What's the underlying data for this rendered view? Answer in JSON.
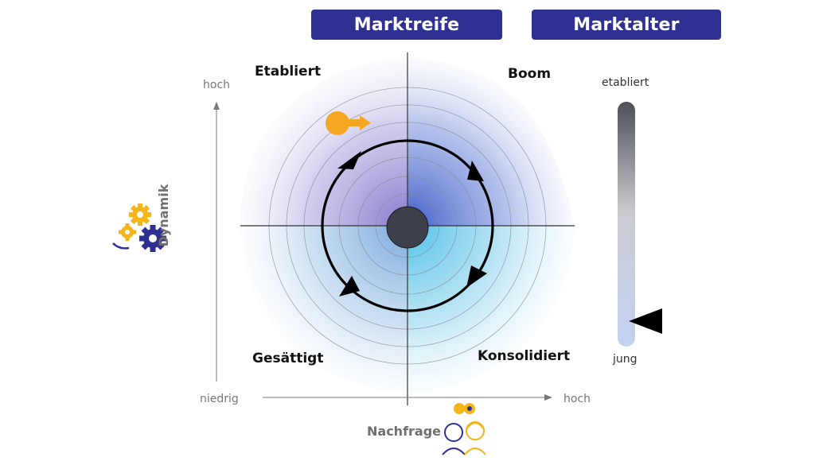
{
  "header": {
    "marktreife": "Marktreife",
    "marktalter": "Marktalter"
  },
  "quadrants": {
    "top_left": "Etabliert",
    "top_right": "Boom",
    "bottom_left": "Gesättigt",
    "bottom_right": "Konsolidiert"
  },
  "y_axis": {
    "title": "Dynamik",
    "high": "hoch",
    "low": "niedrig"
  },
  "x_axis": {
    "title": "Nachfrage",
    "high": "hoch"
  },
  "age_scale": {
    "top": "etabliert",
    "bottom": "jung"
  },
  "icons": {
    "dynamik": "gears-icon",
    "nachfrage": "people-icon",
    "market_marker": "key-arrow-icon",
    "age_pointer": "triangle-pointer-icon"
  },
  "colors": {
    "header_bg": "#2e3192",
    "marker": "#f5a623",
    "gear_yellow": "#f5b418",
    "gear_blue": "#2e3192"
  }
}
